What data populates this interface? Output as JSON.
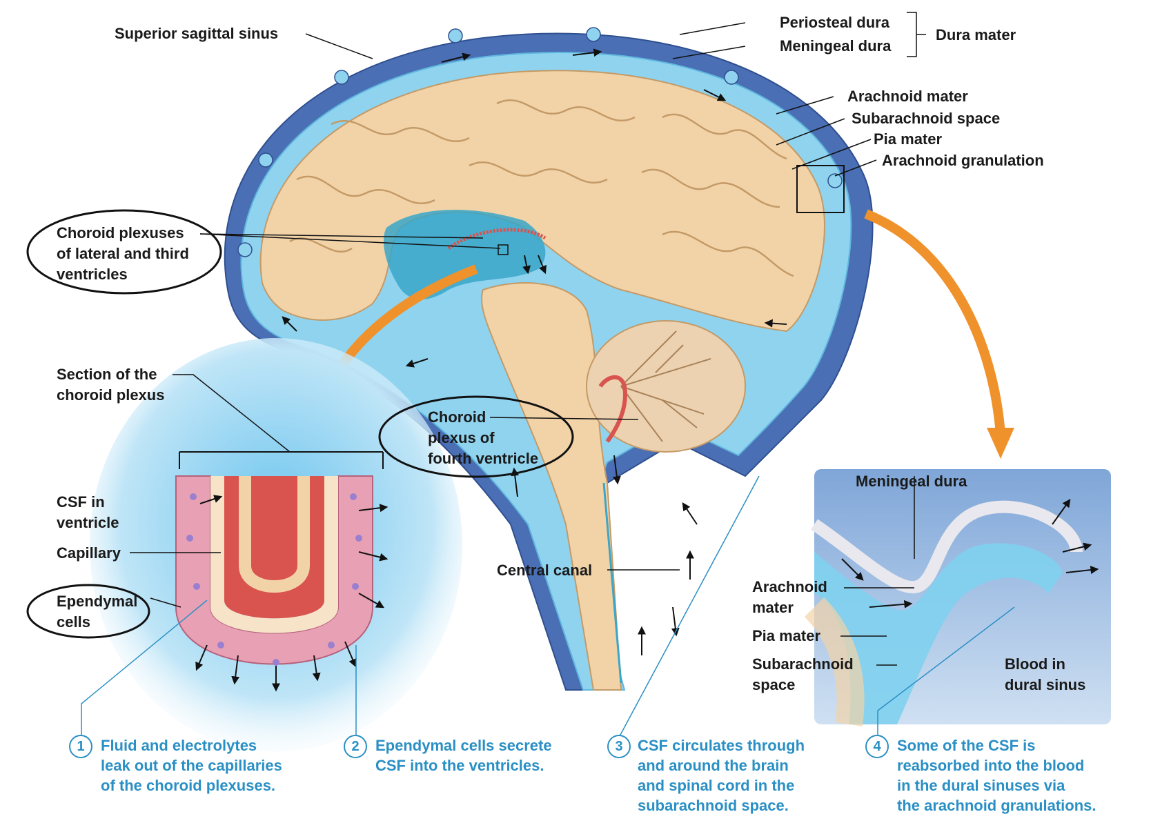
{
  "labels": {
    "superior_sagittal_sinus": "Superior sagittal sinus",
    "periosteal_dura": "Periosteal dura",
    "meningeal_dura": "Meningeal dura",
    "dura_mater": "Dura mater",
    "arachnoid_mater": "Arachnoid mater",
    "subarachnoid_space": "Subarachnoid space",
    "pia_mater": "Pia mater",
    "arachnoid_granulation": "Arachnoid granulation",
    "choroid_plexuses_lateral_third": "Choroid plexuses\nof lateral and third\nventricles",
    "section_of_choroid_plexus": "Section of the\nchoroid plexus",
    "choroid_plexus_fourth": "Choroid\nplexus of\nfourth ventricle",
    "central_canal": "Central canal",
    "csf_in_ventricle": "CSF in\nventricle",
    "capillary": "Capillary",
    "ependymal_cells": "Ependymal\ncells",
    "inset_meningeal_dura": "Meningeal dura",
    "inset_arachnoid_mater": "Arachnoid\nmater",
    "inset_pia_mater": "Pia mater",
    "inset_subarachnoid_space": "Subarachnoid\nspace",
    "blood_in_dural_sinus": "Blood in\ndural sinus"
  },
  "steps": [
    {
      "number": "1",
      "text": "Fluid and electrolytes\nleak out of the capillaries\nof the choroid plexuses."
    },
    {
      "number": "2",
      "text": "Ependymal cells secrete\nCSF into the ventricles."
    },
    {
      "number": "3",
      "text": "CSF circulates through\nand around the brain\nand spinal cord in the\nsubarachnoid space."
    },
    {
      "number": "4",
      "text": "Some of the CSF is\nreabsorbed into the blood\nin the dural sinuses via\nthe arachnoid granulations."
    }
  ],
  "colors": {
    "dura": "#4a6fb5",
    "csf": "#8fd3ef",
    "brain": "#f2d3a8",
    "step_text": "#2a8fc4",
    "flow_arrow": "#f0922b",
    "capillary": "#d9534f",
    "ependyma": "#e8a0b4"
  }
}
